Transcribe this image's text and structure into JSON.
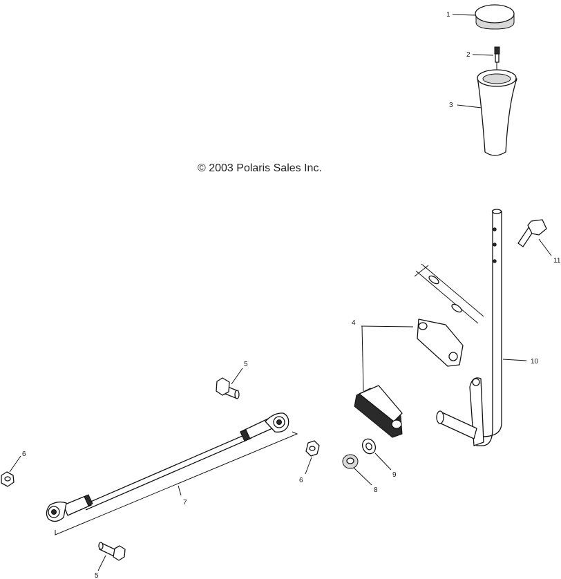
{
  "copyright": "© 2003 Polaris Sales Inc.",
  "callouts": {
    "c1": "1",
    "c2": "2",
    "c3": "3",
    "c4": "4",
    "c5a": "5",
    "c5b": "5",
    "c6a": "6",
    "c6b": "6",
    "c7": "7",
    "c8": "8",
    "c9": "9",
    "c10": "10",
    "c11": "11"
  }
}
